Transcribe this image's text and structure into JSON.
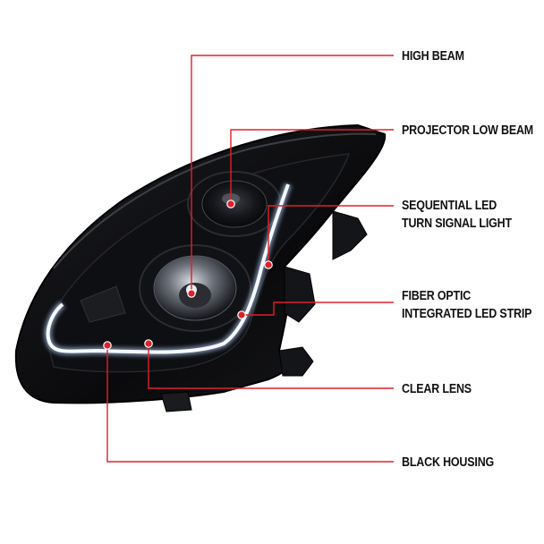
{
  "colors": {
    "leader_line": "#e0202a",
    "dot": "#e0202a",
    "label_text": "#111111",
    "housing": "#0b0b0d",
    "led_strip": "#f4f8ff"
  },
  "callouts": [
    {
      "id": "high-beam",
      "lines": [
        "HIGH BEAM"
      ]
    },
    {
      "id": "projector-low-beam",
      "lines": [
        "PROJECTOR LOW BEAM"
      ]
    },
    {
      "id": "sequential-led",
      "lines": [
        "SEQUENTIAL LED",
        "TURN SIGNAL LIGHT"
      ]
    },
    {
      "id": "fiber-optic",
      "lines": [
        "FIBER OPTIC",
        "INTEGRATED LED STRIP"
      ]
    },
    {
      "id": "clear-lens",
      "lines": [
        "CLEAR LENS"
      ]
    },
    {
      "id": "black-housing",
      "lines": [
        "BLACK HOUSING"
      ]
    }
  ]
}
